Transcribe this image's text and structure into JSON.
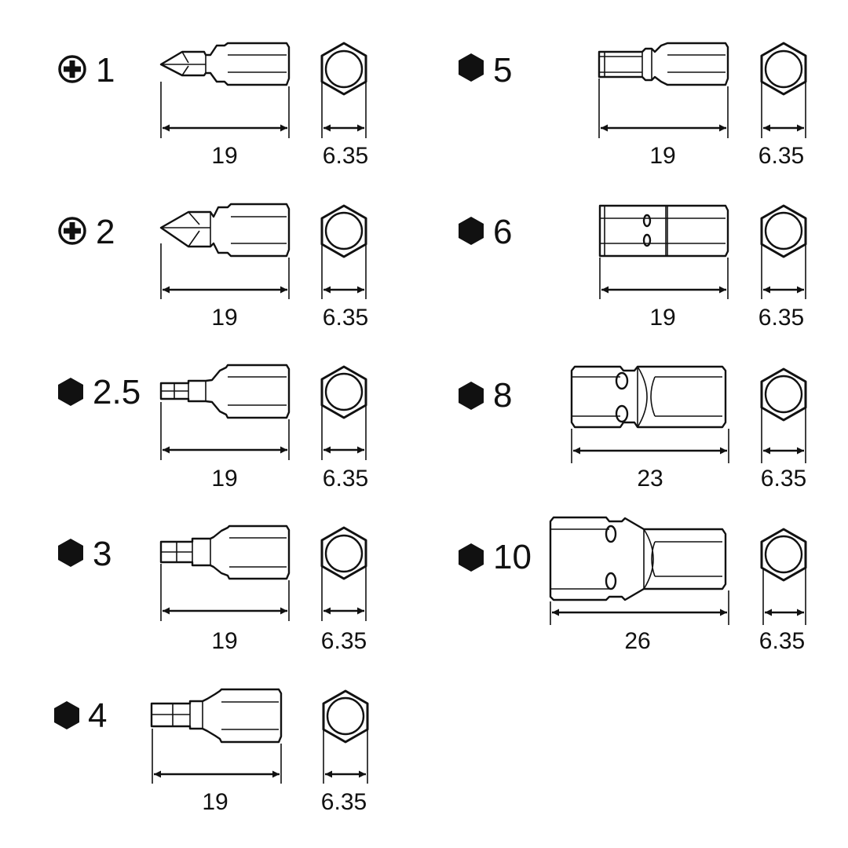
{
  "bits": [
    {
      "id": "ph1",
      "type": "phillips",
      "size": "1",
      "length": "19",
      "hex": "6.35"
    },
    {
      "id": "ph2",
      "type": "phillips",
      "size": "2",
      "length": "19",
      "hex": "6.35"
    },
    {
      "id": "h2_5",
      "type": "hex",
      "size": "2.5",
      "length": "19",
      "hex": "6.35"
    },
    {
      "id": "h3",
      "type": "hex",
      "size": "3",
      "length": "19",
      "hex": "6.35"
    },
    {
      "id": "h4",
      "type": "hex",
      "size": "4",
      "length": "19",
      "hex": "6.35"
    },
    {
      "id": "h5",
      "type": "hex",
      "size": "5",
      "length": "19",
      "hex": "6.35"
    },
    {
      "id": "h6",
      "type": "hex",
      "size": "6",
      "length": "19",
      "hex": "6.35"
    },
    {
      "id": "h8",
      "type": "hex",
      "size": "8",
      "length": "23",
      "hex": "6.35"
    },
    {
      "id": "h10",
      "type": "hex",
      "size": "10",
      "length": "26",
      "hex": "6.35"
    }
  ],
  "colors": {
    "ink": "#111111",
    "background": "#ffffff"
  },
  "icons": {
    "phillips": "phillips-symbol-icon",
    "hex": "hex-symbol-icon"
  }
}
